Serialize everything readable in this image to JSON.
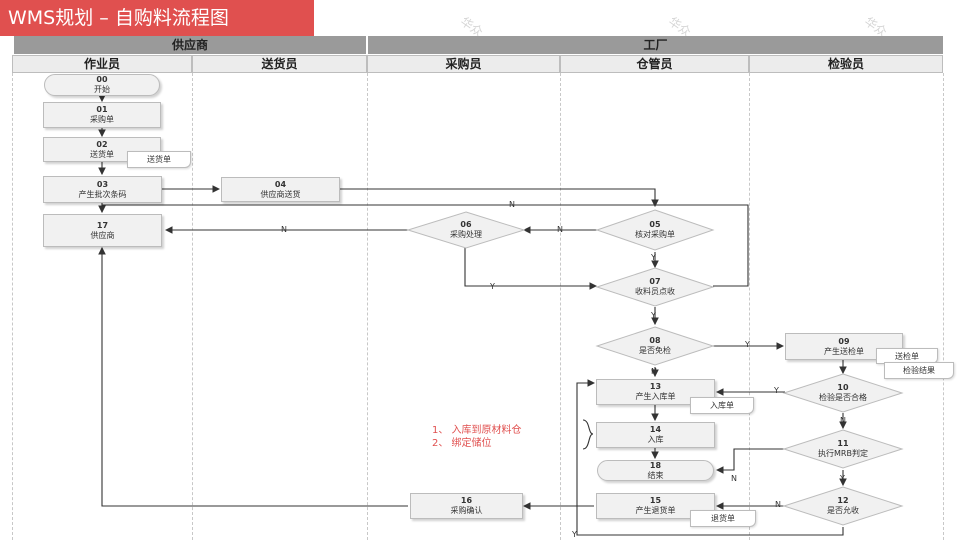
{
  "title": "WMS规划 – 自购料流程图",
  "watermark": "华众",
  "bands": {
    "supplier": "供应商",
    "factory": "工厂"
  },
  "lanes": [
    "作业员",
    "送货员",
    "采购员",
    "仓管员",
    "检验员"
  ],
  "nodes": {
    "n00": {
      "num": "00",
      "text": "开始"
    },
    "n01": {
      "num": "01",
      "text": "采购单"
    },
    "n02": {
      "num": "02",
      "text": "送货单"
    },
    "n03": {
      "num": "03",
      "text": "产生批次条码"
    },
    "n04": {
      "num": "04",
      "text": "供应商送货"
    },
    "n17": {
      "num": "17",
      "text": "供应商"
    },
    "n06": {
      "num": "06",
      "text": "采购处理"
    },
    "n05": {
      "num": "05",
      "text": "核对采购单"
    },
    "n07": {
      "num": "07",
      "text": "收料员点收"
    },
    "n08": {
      "num": "08",
      "text": "是否免检"
    },
    "n09": {
      "num": "09",
      "text": "产生送检单"
    },
    "n10": {
      "num": "10",
      "text": "检验是否合格"
    },
    "n11": {
      "num": "11",
      "text": "执行MRB判定"
    },
    "n12": {
      "num": "12",
      "text": "是否允收"
    },
    "n13": {
      "num": "13",
      "text": "产生入库单"
    },
    "n14": {
      "num": "14",
      "text": "入库"
    },
    "n18": {
      "num": "18",
      "text": "结束"
    },
    "n15": {
      "num": "15",
      "text": "产生退货单"
    },
    "n16": {
      "num": "16",
      "text": "采购确认"
    }
  },
  "docs": {
    "delivery": "送货单",
    "inspect_send": "送检单",
    "inspect_result": "检验结果",
    "warehouse_in": "入库单",
    "return_doc": "退货单"
  },
  "edge_labels": {
    "yes": "Y",
    "no": "N"
  },
  "notes": [
    "1、 入库到原材料仓",
    "2、 绑定储位"
  ]
}
